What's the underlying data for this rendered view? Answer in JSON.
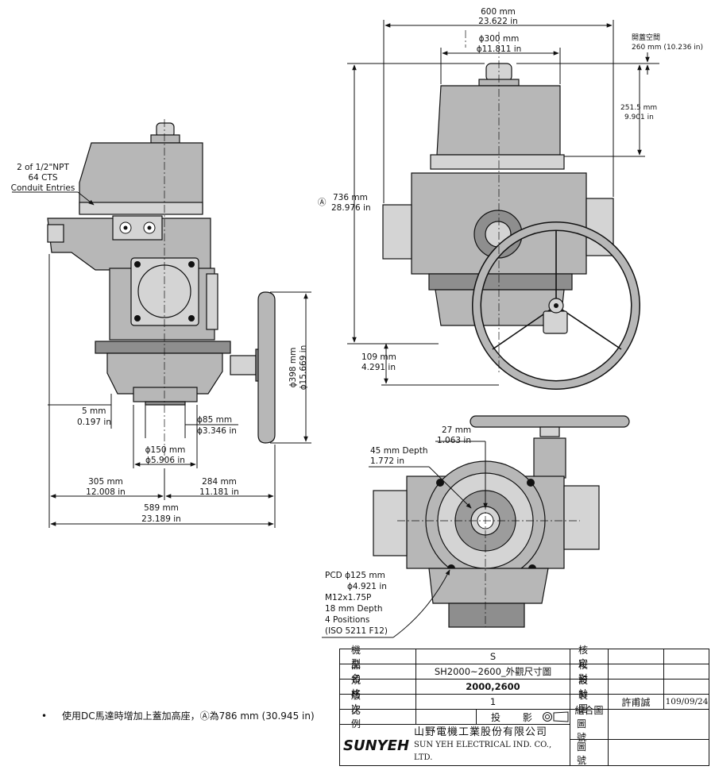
{
  "dimensions": {
    "top_width": {
      "mm": "600 mm",
      "in": "23.622 in"
    },
    "top_dia": {
      "mm": "ϕ300 mm",
      "in": "ϕ11.811 in"
    },
    "cover_space": {
      "label": "開蓋空間",
      "value": "260 mm (10.236 in)"
    },
    "upper_height": {
      "mm": "251.5 mm",
      "in": "9.901 in"
    },
    "overall_height": {
      "marker": "Ⓐ",
      "mm": "736 mm",
      "in": "28.976 in"
    },
    "bottom_offset": {
      "mm": "109 mm",
      "in": "4.291 in"
    },
    "conduit": {
      "line1": "2 of 1/2\"NPT",
      "line2": "64 CTS",
      "line3": "Conduit Entries"
    },
    "handwheel_dia": {
      "mm": "ϕ398 mm",
      "in": "ϕ15.669 in"
    },
    "flange_step": {
      "mm": "5 mm",
      "in": "0.197 in"
    },
    "spigot_dia": {
      "mm": "ϕ85 mm",
      "in": "ϕ3.346 in"
    },
    "flange_dia": {
      "mm": "ϕ150 mm",
      "in": "ϕ5.906 in"
    },
    "left_width": {
      "mm": "305 mm",
      "in": "12.008 in"
    },
    "right_width": {
      "mm": "284 mm",
      "in": "11.181 in"
    },
    "total_width": {
      "mm": "589 mm",
      "in": "23.189 in"
    },
    "bore_offset": {
      "mm": "27 mm",
      "in": "1.063 in"
    },
    "bore_depth": {
      "mm": "45 mm Depth",
      "in": "1.772 in"
    },
    "pcd": {
      "line1": "PCD ϕ125 mm",
      "line2": "ϕ4.921 in",
      "line3": "M12x1.75P",
      "line4": "18 mm Depth",
      "line5": "4 Positions",
      "line6": "(ISO 5211 F12)"
    }
  },
  "note": {
    "bullet": "•",
    "text": "使用DC馬達時增加上蓋加高座，Ⓐ為786 mm (30.945 in)"
  },
  "title_block": {
    "model_label": "機 型",
    "model_value": "S",
    "name_label": "品 名",
    "name_value": "SH2000~2600_外觀尺寸圖",
    "spec_label": "規 格",
    "spec_value": "2000,2600",
    "rev_label": "版 次",
    "rev_value": "1",
    "scale_label": "比 例",
    "projection_label": "投 影",
    "approve_label": "核 定",
    "check_label": "校 對",
    "design_label": "設 計",
    "draw_label": "製 圖",
    "drawer_name": "許甫誠",
    "draw_date": "109/09/24",
    "assembly_label_1": "組合圖",
    "assembly_label_2": "圖 號",
    "drawing_no_label": "圖 號",
    "logo": "SUNYEH",
    "company_cn": "山野電機工業股份有限公司",
    "company_en": "SUN YEH ELECTRICAL IND. CO., LTD."
  }
}
